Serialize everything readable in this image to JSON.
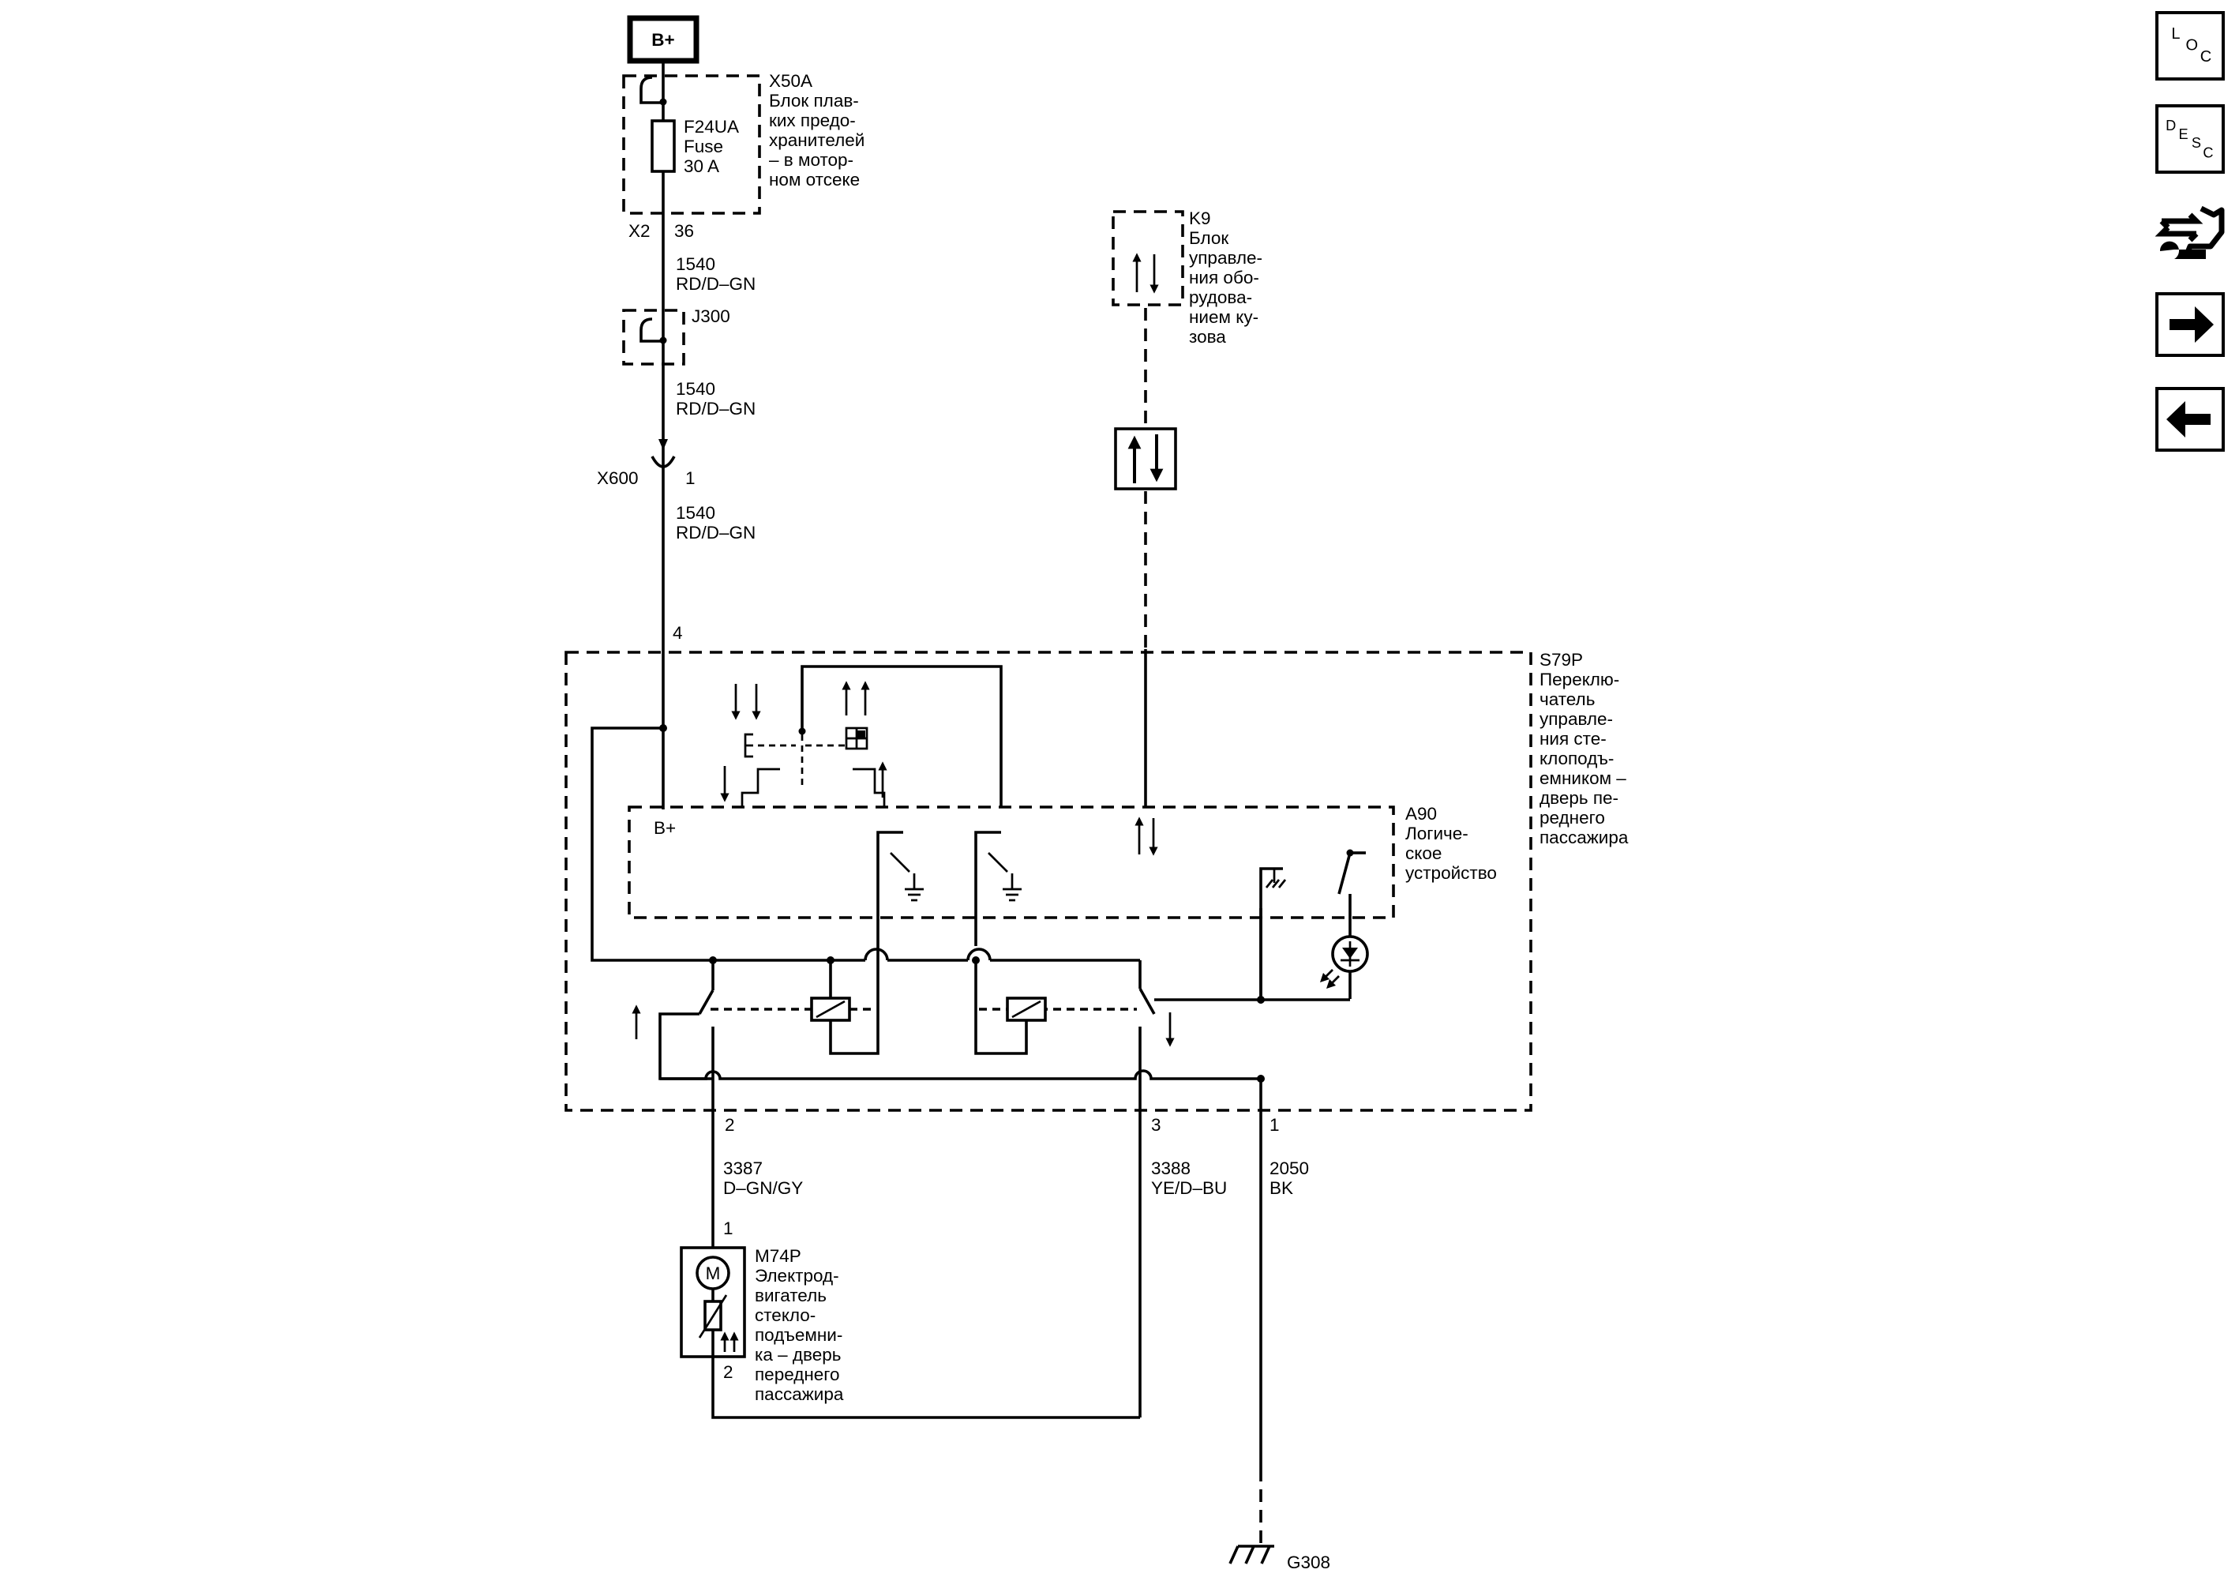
{
  "battery": {
    "label": "B+"
  },
  "x50a": {
    "id": "X50A",
    "desc": [
      "Блок плав-",
      "ких предо-",
      "хранителей",
      "– в мотор-",
      "ном отсеке"
    ],
    "pin_conn": "X2",
    "pin": "36"
  },
  "fuse": {
    "id": "F24UA",
    "line2": "Fuse",
    "rating": "30 A"
  },
  "wires": {
    "w1540": {
      "circuit": "1540",
      "color": "RD/D–GN"
    },
    "w3387": {
      "circuit": "3387",
      "color": "D–GN/GY"
    },
    "w3388": {
      "circuit": "3388",
      "color": "YE/D–BU"
    },
    "w2050": {
      "circuit": "2050",
      "color": "BK"
    }
  },
  "j300": {
    "id": "J300"
  },
  "x600": {
    "id": "X600",
    "pin": "1"
  },
  "k9": {
    "id": "K9",
    "desc": [
      "Блок",
      "управле-",
      "ния обо-",
      "рудова-",
      "нием ку-",
      "зова"
    ]
  },
  "s79p": {
    "id": "S79P",
    "desc": [
      "Переклю-",
      "чатель",
      "управле-",
      "ния сте-",
      "клоподъ-",
      "емником –",
      "дверь пе-",
      "реднего",
      "пассажира"
    ],
    "pin_top": "4",
    "pins_bottom": [
      "2",
      "3",
      "1"
    ]
  },
  "a90": {
    "id": "A90",
    "desc": [
      "Логиче-",
      "ское",
      "устройство"
    ],
    "bplus": "B+"
  },
  "m74p": {
    "id": "M74P",
    "desc": [
      "Электрод-",
      "вигатель",
      "стекло-",
      "подъемни-",
      "ка – дверь",
      "переднего",
      "пассажира"
    ],
    "pin_top": "1",
    "pin_bottom": "2",
    "motor_symbol": "M"
  },
  "ground": {
    "id": "G308"
  },
  "nav": {
    "loc": {
      "l1": "L",
      "l2": "O",
      "l3": "C"
    },
    "desc": {
      "l1": "D",
      "l2": "E",
      "l3": "S",
      "l4": "C"
    },
    "icons": [
      "connector-wrench-icon",
      "arrow-right-icon",
      "arrow-left-icon"
    ]
  }
}
